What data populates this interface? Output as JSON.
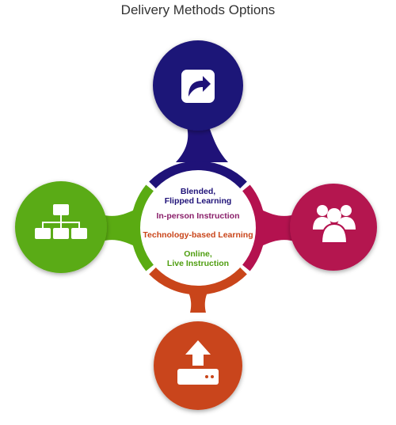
{
  "title": "Delivery Methods Options",
  "colors": {
    "top": "#1f1278",
    "right": "#b4124f",
    "bottom": "#c9451a",
    "left": "#5aab12",
    "text_blue": "#1f1278",
    "text_purple": "#8a1f6a",
    "text_orange": "#c9451a",
    "text_green": "#4f9e10"
  },
  "nodes": [
    {
      "position": "top",
      "icon": "share-arrow-icon"
    },
    {
      "position": "right",
      "icon": "users-group-icon"
    },
    {
      "position": "bottom",
      "icon": "upload-icon"
    },
    {
      "position": "left",
      "icon": "sitemap-icon"
    }
  ],
  "center_labels": {
    "blended_line1": "Blended,",
    "blended_line2": "Flipped Learning",
    "in_person": "In-person Instruction",
    "technology": "Technology-based Learning",
    "online_line1": "Online,",
    "online_line2": "Live Instruction"
  }
}
